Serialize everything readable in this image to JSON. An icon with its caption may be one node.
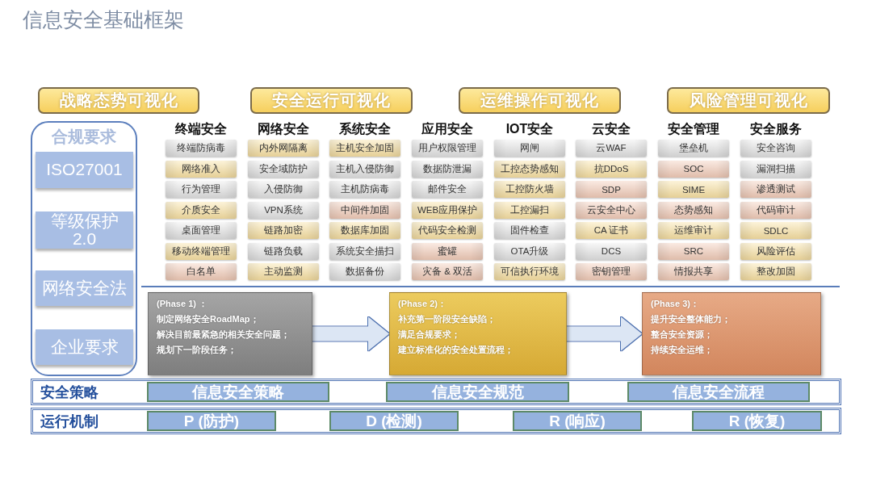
{
  "diagram": {
    "title": "信息安全基础框架",
    "nodes": [
      {
        "text": [
          "战略态势可视化"
        ]
      },
      {
        "text": [
          "安全运行可视化"
        ]
      },
      {
        "text": [
          "运维操作可视化"
        ]
      },
      {
        "text": [
          "风险管理可视化"
        ]
      },
      {
        "text": [
          "合规要求"
        ]
      },
      {
        "text": [
          "ISO27001"
        ],
        "in": 4
      },
      {
        "text": [
          "等级保护 2.0"
        ],
        "in": 4
      },
      {
        "text": [
          "网络安全法"
        ],
        "in": 4
      },
      {
        "text": [
          "企业要求"
        ],
        "in": 4
      },
      {
        "text": [
          "终端防病毒"
        ]
      },
      {
        "text": [
          "网络准入"
        ]
      },
      {
        "text": [
          "行为管理"
        ]
      },
      {
        "text": [
          "介质安全"
        ]
      },
      {
        "text": [
          "桌面管理"
        ]
      },
      {
        "text": [
          "移动终端管理"
        ]
      },
      {
        "text": [
          "白名单"
        ]
      },
      {
        "text": [
          "内外网隔离"
        ]
      },
      {
        "text": [
          "安全域防护"
        ]
      },
      {
        "text": [
          "入侵防御"
        ]
      },
      {
        "text": [
          "VPN系统"
        ]
      },
      {
        "text": [
          "链路加密"
        ]
      },
      {
        "text": [
          "链路负载"
        ]
      },
      {
        "text": [
          "主动监测"
        ]
      },
      {
        "text": [
          "主机安全加固"
        ]
      },
      {
        "text": [
          "主机入侵防御"
        ]
      },
      {
        "text": [
          "主机防病毒"
        ]
      },
      {
        "text": [
          "中间件加固"
        ]
      },
      {
        "text": [
          "数据库加固"
        ]
      },
      {
        "text": [
          "系统安全描扫"
        ]
      },
      {
        "text": [
          "数据备份"
        ]
      },
      {
        "text": [
          "用户权限管理"
        ]
      },
      {
        "text": [
          "数据防泄漏"
        ]
      },
      {
        "text": [
          "邮件安全"
        ]
      },
      {
        "text": [
          "WEB应用保护"
        ]
      },
      {
        "text": [
          "代码安全检测"
        ]
      },
      {
        "text": [
          "蜜罐"
        ]
      },
      {
        "text": [
          "灾备 & 双活"
        ]
      },
      {
        "text": [
          "网闸"
        ]
      },
      {
        "text": [
          "工控态势感知"
        ]
      },
      {
        "text": [
          "工控防火墙"
        ]
      },
      {
        "text": [
          "工控漏扫"
        ]
      },
      {
        "text": [
          "固件检查"
        ]
      },
      {
        "text": [
          "OTA升级"
        ]
      },
      {
        "text": [
          "可信执行环境"
        ]
      },
      {
        "text": [
          "云WAF"
        ]
      },
      {
        "text": [
          "抗DDoS"
        ]
      },
      {
        "text": [
          "SDP"
        ]
      },
      {
        "text": [
          "云安全中心"
        ]
      },
      {
        "text": [
          "CA 证书"
        ]
      },
      {
        "text": [
          "DCS"
        ]
      },
      {
        "text": [
          "密钥管理"
        ]
      },
      {
        "text": [
          "堡垒机"
        ]
      },
      {
        "text": [
          "SOC"
        ]
      },
      {
        "text": [
          "SIME"
        ]
      },
      {
        "text": [
          "态势感知"
        ]
      },
      {
        "text": [
          "运维审计"
        ]
      },
      {
        "text": [
          "SRC"
        ]
      },
      {
        "text": [
          "情报共享"
        ]
      },
      {
        "text": [
          "安全咨询"
        ]
      },
      {
        "text": [
          "漏洞扫描"
        ]
      },
      {
        "text": [
          "渗透测试"
        ]
      },
      {
        "text": [
          "代码审计"
        ]
      },
      {
        "text": [
          "SDLC"
        ]
      },
      {
        "text": [
          "风险评估"
        ]
      },
      {
        "text": [
          "整改加固"
        ]
      },
      {
        "text": [
          "(Phase 1) ：",
          "制定网络安全RoadMap；",
          "解决目前最紧急的相关安全问题；",
          "规划下一阶段任务；"
        ]
      },
      {
        "text": [
          "(Phase 2)：",
          "补充第一阶段安全缺陷；",
          "满足合规要求；",
          "建立标准化的安全处置流程；"
        ]
      },
      {
        "text": [
          "(Phase 3)：",
          "提升安全整体能力；",
          "整合安全资源；",
          "持续安全运维；"
        ]
      },
      {
        "text": [
          "安全策略"
        ]
      },
      {
        "text": [
          "信息安全策略"
        ],
        "in": 68
      },
      {
        "text": [
          "信息安全规范"
        ],
        "in": 68
      },
      {
        "text": [
          "信息安全流程"
        ],
        "in": 68
      },
      {
        "text": [
          "运行机制"
        ]
      },
      {
        "text": [
          "P (防护)"
        ],
        "in": 72
      },
      {
        "text": [
          "D (检测)"
        ],
        "in": 72
      },
      {
        "text": [
          "R (响应)"
        ],
        "in": 72
      },
      {
        "text": [
          "R (恢复)"
        ],
        "in": 72
      }
    ],
    "edges": [
      {
        "from": 65,
        "to": 66,
        "arrow": "to"
      },
      {
        "from": 66,
        "to": 67,
        "arrow": "to"
      }
    ],
    "labels": [
      "终端安全",
      "网络安全",
      "系统安全",
      "应用安全",
      "IOT安全",
      "云安全",
      "安全管理",
      "安全服务"
    ]
  }
}
